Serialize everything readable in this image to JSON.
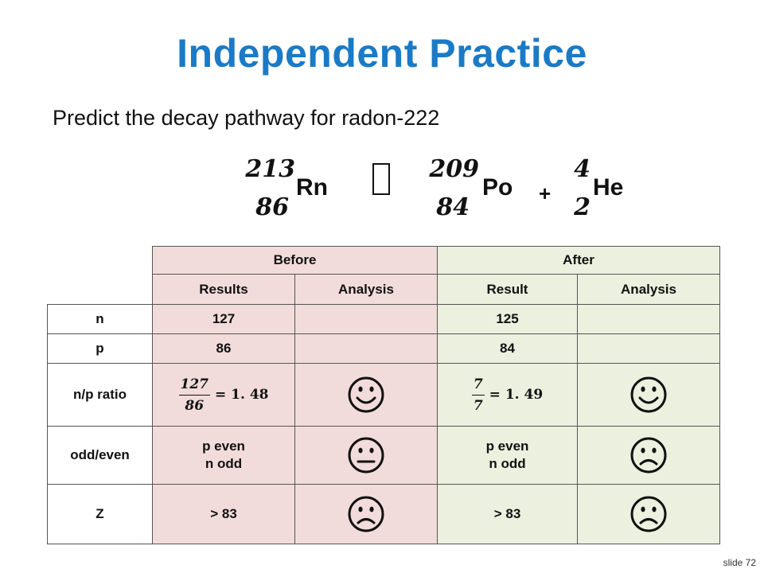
{
  "title": "Independent Practice",
  "subtitle": "Predict the decay pathway for radon-222",
  "equation": {
    "reactant": {
      "mass": "213",
      "atomic": "86",
      "symbol": "Rn"
    },
    "product1": {
      "mass": "209",
      "atomic": "84",
      "symbol": "Po"
    },
    "plus": "+",
    "product2": {
      "mass": "4",
      "atomic": "2",
      "symbol": "He"
    },
    "arrow_icon": "missing-glyph-box-icon"
  },
  "table": {
    "group_before": "Before",
    "group_after": "After",
    "col_before_results": "Results",
    "col_before_analysis": "Analysis",
    "col_after_result": "Result",
    "col_after_analysis": "Analysis",
    "rows": {
      "n": {
        "label": "n",
        "before": "127",
        "after": "125"
      },
      "p": {
        "label": "p",
        "before": "86",
        "after": "84"
      },
      "ratio": {
        "label": "n/p ratio",
        "before_num": "127",
        "before_den": "86",
        "before_eq": "= 1. 48",
        "after_num": "7",
        "after_den": "7",
        "after_eq": "= 1. 49",
        "before_face": "smile-face-icon",
        "after_face": "smile-face-icon"
      },
      "oddeven": {
        "label": "odd/even",
        "before_line1": "p even",
        "before_line2": "n odd",
        "after_line1": "p even",
        "after_line2": "n odd",
        "before_face": "neutral-face-icon",
        "after_face": "frown-face-icon"
      },
      "z": {
        "label": "Z",
        "before": "> 83",
        "after": "> 83",
        "before_face": "frown-face-icon",
        "after_face": "frown-face-icon"
      }
    }
  },
  "slide_number": "slide 72"
}
